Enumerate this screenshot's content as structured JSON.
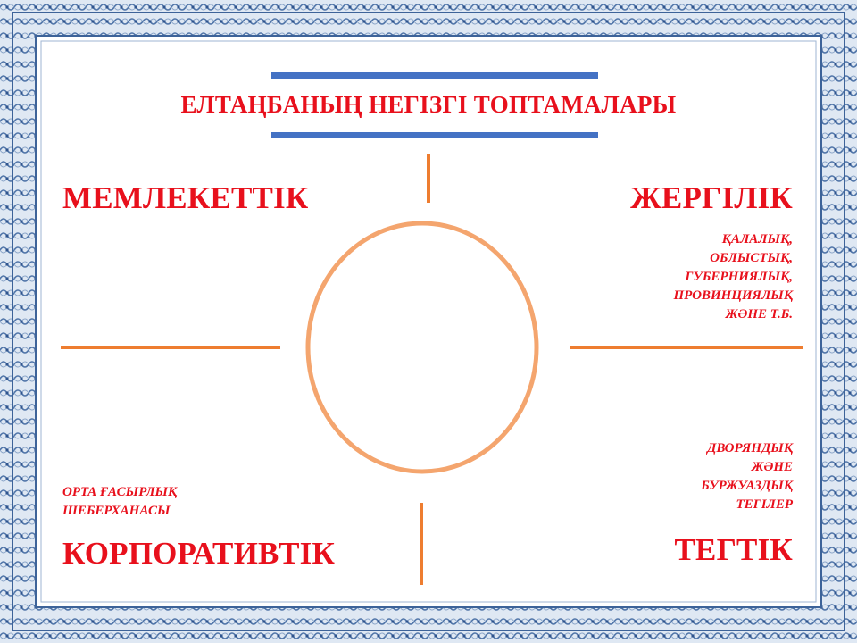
{
  "slide": {
    "title": "ЕЛТАҢБАНЫҢ НЕГІЗГІ ТОПТАМАЛАРЫ",
    "categories": {
      "state": {
        "label": "МЕМЛЕКЕТТІК"
      },
      "local": {
        "label": "ЖЕРГІЛІК",
        "examples": [
          "ҚАЛАЛЫҚ,",
          "ОБЛЫСТЫҚ,",
          "ГУБЕРНИЯЛЫҚ,",
          "ПРОВИНЦИЯЛЫҚ",
          "ЖӘНЕ Т.Б."
        ]
      },
      "corporate": {
        "label": "КОРПОРАТИВТІК",
        "examples": [
          "ОРТА ҒАСЫРЛЫҚ",
          "ШЕБЕРХАНАСЫ"
        ]
      },
      "family": {
        "label": "ТЕГТІК",
        "examples": [
          "ДВОРЯНДЫҚ",
          "ЖӘНЕ",
          "БУРЖУАЗДЫҚ",
          "ТЕГІЛЕР"
        ]
      }
    }
  },
  "colors": {
    "text": "#e8101c",
    "orange": "#ee7d30",
    "circle": "#f4a56e",
    "blue_bar": "#4472c4",
    "frame": "#5a7fb0"
  }
}
